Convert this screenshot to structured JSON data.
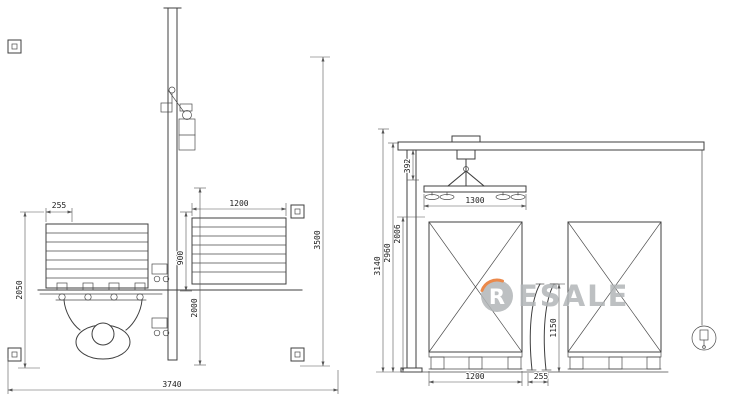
{
  "watermark": {
    "letter": "R",
    "wordmark": "ESALE",
    "gray": "#b2b6b8",
    "orange": "#e8752c"
  },
  "left_view": {
    "dims": {
      "d255": "255",
      "d1200": "1200",
      "d2050": "2050",
      "d900": "900",
      "d2000": "2000",
      "d3500": "3500",
      "d3740": "3740"
    }
  },
  "right_view": {
    "dims": {
      "d392": "392",
      "d2006": "2006",
      "d2960": "2960",
      "d3140": "3140",
      "d1300": "1300",
      "d1150": "1150",
      "d1200": "1200",
      "d255": "255"
    }
  }
}
